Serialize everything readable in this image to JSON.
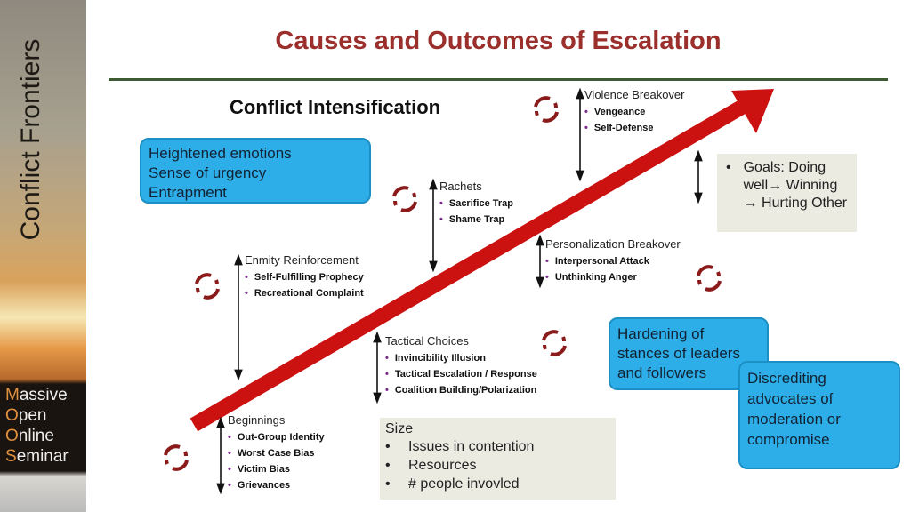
{
  "sidebar": {
    "title": "Conflict Frontiers",
    "program": [
      "Massive",
      "Open",
      "Online",
      "Seminar"
    ]
  },
  "title": "Causes and Outcomes of Escalation",
  "subtitle": "Conflict Intensification",
  "emotions_box": [
    "Heightened emotions",
    "Sense of urgency",
    "Entrapment"
  ],
  "stages": [
    {
      "title": "Beginnings",
      "items": [
        "Out-Group Identity",
        "Worst Case Bias",
        "Victim Bias",
        "Grievances"
      ]
    },
    {
      "title": "Enmity Reinforcement",
      "items": [
        "Self-Fulfilling Prophecy",
        "Recreational Complaint"
      ]
    },
    {
      "title": "Tactical Choices",
      "items": [
        "Invincibility Illusion",
        "Tactical Escalation / Response",
        "Coalition Building/Polarization"
      ]
    },
    {
      "title": "Rachets",
      "items": [
        "Sacrifice Trap",
        "Shame Trap"
      ]
    },
    {
      "title": "Personalization Breakover",
      "items": [
        "Interpersonal Attack",
        "Unthinking Anger"
      ]
    },
    {
      "title": "Violence Breakover",
      "items": [
        "Vengeance",
        "Self-Defense"
      ]
    }
  ],
  "goals_box": {
    "text": "Goals: Doing well→ Winning → Hurting Other"
  },
  "size_box": {
    "title": "Size",
    "items": [
      "Issues in contention",
      "Resources",
      "# people invovled"
    ]
  },
  "hardening_box": "Hardening of stances of leaders and followers",
  "discrediting_box": "Discrediting advocates of moderation or compromise",
  "colors": {
    "title": "#9b2f2b",
    "arrow": "#cc1111",
    "box_blue": "#2eaee8",
    "cycle": "#8b1a1a"
  }
}
